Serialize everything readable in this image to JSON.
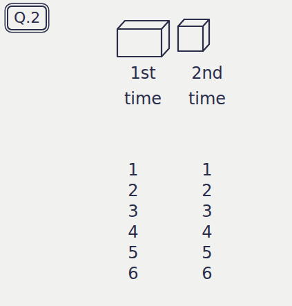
{
  "diagram": {
    "nodes": [
      {
        "text": [
          "Q.2"
        ]
      }
    ],
    "labels": [
      "1st time",
      "2nd time",
      "1",
      "2",
      "3",
      "4",
      "5",
      "6",
      "1",
      "2",
      "3",
      "4",
      "5",
      "6"
    ]
  }
}
